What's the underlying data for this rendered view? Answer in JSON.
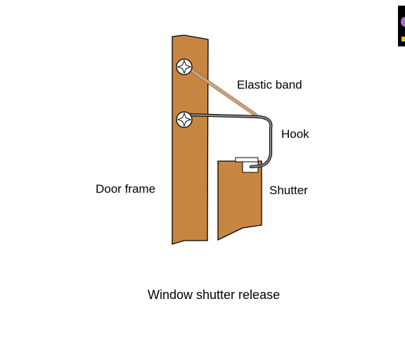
{
  "diagram": {
    "labels": {
      "elastic_band": "Elastic band",
      "hook": "Hook",
      "door_frame": "Door frame",
      "shutter": "Shutter"
    },
    "caption": "Window shutter release",
    "colors": {
      "wood": "#c68642",
      "outline": "#000000",
      "hook_wire": "#8c8c8c",
      "elastic": "#c8a27a",
      "screw_fill": "#ffffff",
      "background": "#ffffff"
    },
    "icons": [
      "screw-icon",
      "screw-icon"
    ]
  }
}
